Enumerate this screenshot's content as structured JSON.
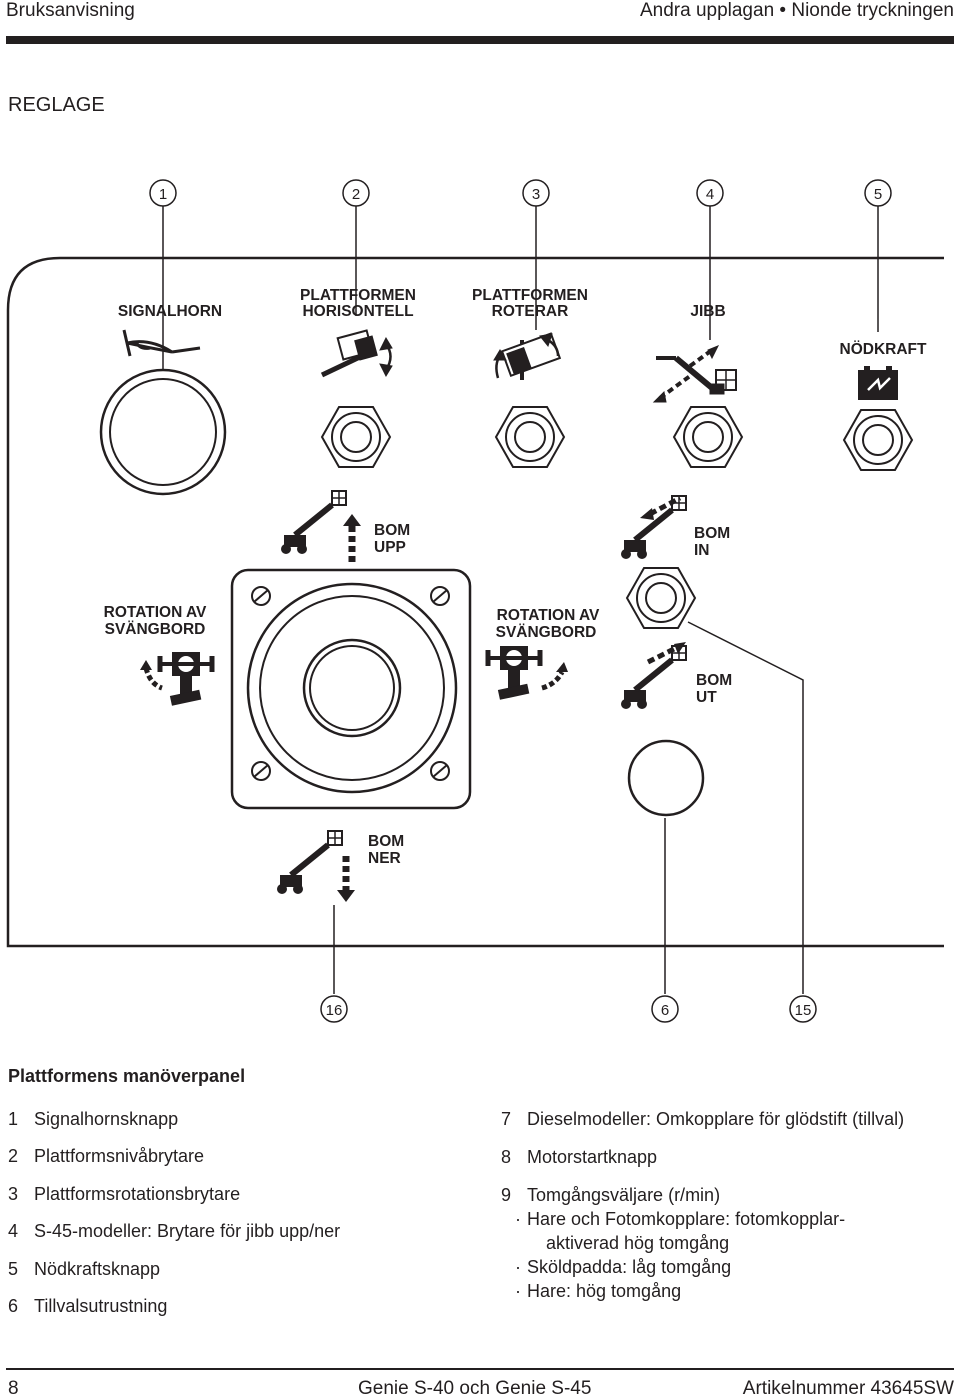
{
  "header": {
    "left": "Bruksanvisning",
    "right": "Andra upplagan • Nionde tryckningen"
  },
  "section_title": "REGLAGE",
  "callouts": {
    "c1": "1",
    "c2": "2",
    "c3": "3",
    "c4": "4",
    "c5": "5",
    "c16": "16",
    "c6": "6",
    "c15": "15"
  },
  "panel": {
    "signalhorn": "SIGNALHORN",
    "plattformen_hor_1": "PLATTFORMEN",
    "plattformen_hor_2": "HORISONTELL",
    "plattformen_rot_1": "PLATTFORMEN",
    "plattformen_rot_2": "ROTERAR",
    "jibb": "JIBB",
    "nodkraft": "NÖDKRAFT",
    "bom_upp_1": "BOM",
    "bom_upp_2": "UPP",
    "bom_in_1": "BOM",
    "bom_in_2": "IN",
    "rot_left_1": "ROTATION  AV",
    "rot_left_2": "SVÄNGBORD",
    "rot_right_1": "ROTATION  AV",
    "rot_right_2": "SVÄNGBORD",
    "bom_ut_1": "BOM",
    "bom_ut_2": "UT",
    "bom_ner_1": "BOM",
    "bom_ner_2": "NER"
  },
  "caption": "Plattformens manöverpanel",
  "legend_left": [
    {
      "num": "1",
      "text": "Signalhornsknapp"
    },
    {
      "num": "2",
      "text": "Plattformsnivåbrytare"
    },
    {
      "num": "3",
      "text": "Plattformsrotationsbrytare"
    },
    {
      "num": "4",
      "text": "S-45-modeller: Brytare för jibb upp/ner"
    },
    {
      "num": "5",
      "text": "Nödkraftsknapp"
    },
    {
      "num": "6",
      "text": "Tillvalsutrustning"
    }
  ],
  "legend_right": [
    {
      "num": "7",
      "text": "Dieselmodeller: Omkopplare för glödstift (tillval)"
    },
    {
      "num": "8",
      "text": "Motorstartknapp"
    },
    {
      "num": "9",
      "text": "Tomgångsväljare (r/min)"
    }
  ],
  "legend_sub": [
    {
      "dot": "·",
      "text": "Hare och Fotomkopplare: fotomkopplar-"
    },
    {
      "dot": "",
      "text": "aktiverad hög tomgång"
    },
    {
      "dot": "·",
      "text": "Sköldpadda: låg tomgång"
    },
    {
      "dot": "·",
      "text": "Hare: hög tomgång"
    }
  ],
  "footer": {
    "page": "8",
    "model": "Genie S-40 och Genie S-45",
    "article": "Artikelnummer  43645SW"
  }
}
